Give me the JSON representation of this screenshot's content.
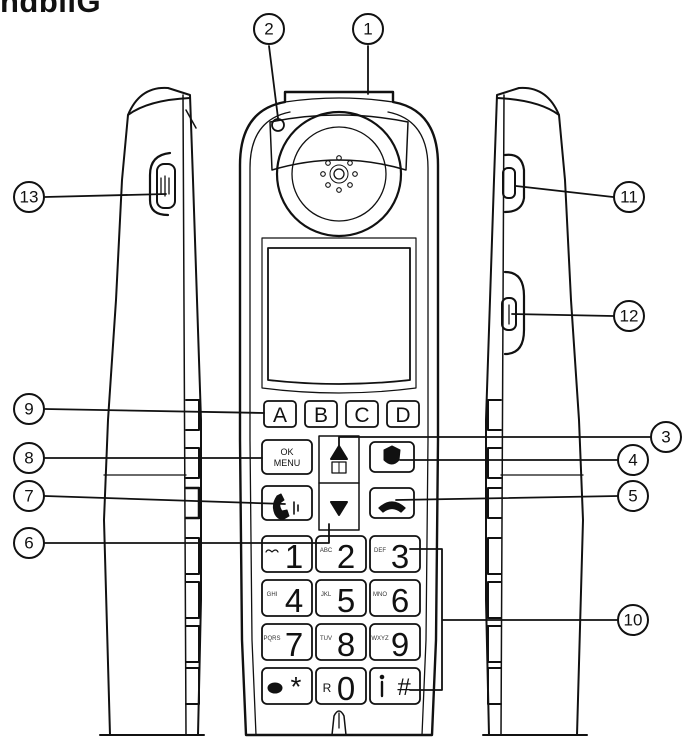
{
  "heading": "ndbliG",
  "callouts": [
    {
      "id": 1,
      "label": "1"
    },
    {
      "id": 2,
      "label": "2"
    },
    {
      "id": 3,
      "label": "3"
    },
    {
      "id": 4,
      "label": "4"
    },
    {
      "id": 5,
      "label": "5"
    },
    {
      "id": 6,
      "label": "6"
    },
    {
      "id": 7,
      "label": "7"
    },
    {
      "id": 8,
      "label": "8"
    },
    {
      "id": 9,
      "label": "9"
    },
    {
      "id": 10,
      "label": "10"
    },
    {
      "id": 11,
      "label": "11"
    },
    {
      "id": 12,
      "label": "12"
    },
    {
      "id": 13,
      "label": "13"
    }
  ],
  "keys": {
    "memory": [
      "A",
      "B",
      "C",
      "D"
    ],
    "ok_menu": [
      "OK",
      "MENU"
    ],
    "digits": [
      "1",
      "2",
      "3",
      "4",
      "5",
      "6",
      "7",
      "8",
      "9",
      "0"
    ],
    "digit_letters": {
      "2": "ABC",
      "3": "DEF",
      "4": "GHI",
      "5": "JKL",
      "6": "MNO",
      "7": "PQRS",
      "8": "TUV",
      "9": "WXYZ"
    },
    "star": "*",
    "hash": "#",
    "recall": "R"
  },
  "icons": [
    "earpiece-icon",
    "call-block-icon",
    "talk-handsfree-icon",
    "end-call-icon",
    "up-arrow-icon",
    "phonebook-icon",
    "down-arrow-icon",
    "voicemail-icon",
    "intercom-icon",
    "volume-icon",
    "keylock-icon",
    "headset-socket-icon"
  ]
}
